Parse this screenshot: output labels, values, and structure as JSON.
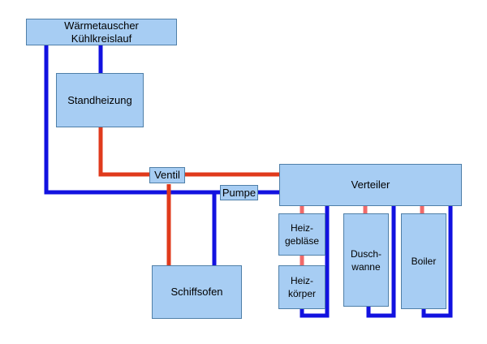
{
  "diagram": {
    "colors": {
      "hot_pipe": "#e03a1c",
      "cold_pipe": "#1212e0",
      "box_fill": "#a7cdf3",
      "box_border": "#4f7fa8",
      "connector": "#f06a6a"
    },
    "nodes": {
      "waermetauscher": "Wärmetauscher\nKühlkreislauf",
      "standheizung": "Standheizung",
      "ventil": "Ventil",
      "pumpe": "Pumpe",
      "verteiler": "Verteiler",
      "schiffsofen": "Schiffsofen",
      "heizgeblaese": "Heiz-\ngebläse",
      "heizkoerper": "Heiz-\nkörper",
      "duschwanne": "Dusch-\nwanne",
      "boiler": "Boiler"
    }
  }
}
